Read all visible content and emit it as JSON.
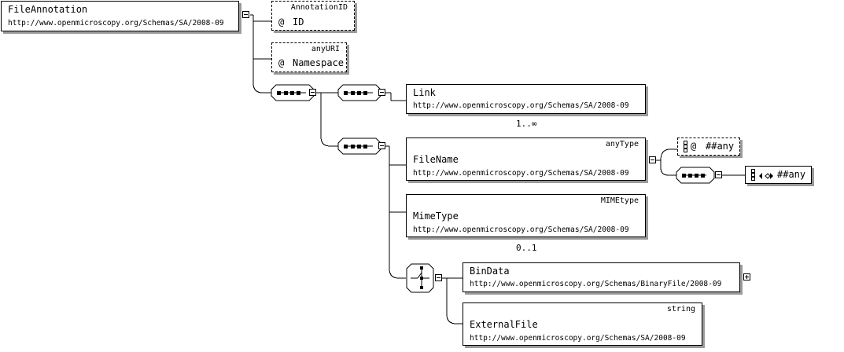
{
  "root": {
    "name": "FileAnnotation",
    "namespace": "http://www.openmicroscopy.org/Schemas/SA/2008-09"
  },
  "attributes": [
    {
      "type": "AnnotationID",
      "marker": "@",
      "name": "ID"
    },
    {
      "type": "anyURI",
      "marker": "@",
      "name": "Namespace"
    }
  ],
  "elements": {
    "link": {
      "name": "Link",
      "namespace": "http://www.openmicroscopy.org/Schemas/SA/2008-09",
      "multiplicity": "1..∞"
    },
    "file_name": {
      "type": "anyType",
      "name": "FileName",
      "namespace": "http://www.openmicroscopy.org/Schemas/SA/2008-09"
    },
    "mime_type": {
      "type": "MIMEtype",
      "name": "MimeType",
      "namespace": "http://www.openmicroscopy.org/Schemas/SA/2008-09",
      "multiplicity": "0..1"
    },
    "bin_data": {
      "name": "BinData",
      "namespace": "http://www.openmicroscopy.org/Schemas/BinaryFile/2008-09"
    },
    "external_file": {
      "type": "string",
      "name": "ExternalFile",
      "namespace": "http://www.openmicroscopy.org/Schemas/SA/2008-09"
    }
  },
  "wildcards": {
    "any_attribute": {
      "marker": "@",
      "label": "##any"
    },
    "any_element": {
      "marker": "<>",
      "label": "##any"
    }
  },
  "icons": {
    "expand": "plus-box-icon",
    "collapse": "minus-box-icon",
    "sequence": "sequence-compositor-icon",
    "choice": "choice-compositor-icon"
  },
  "colors": {
    "line": "#000000",
    "shadow": "#9a9a9a",
    "background": "#ffffff"
  }
}
